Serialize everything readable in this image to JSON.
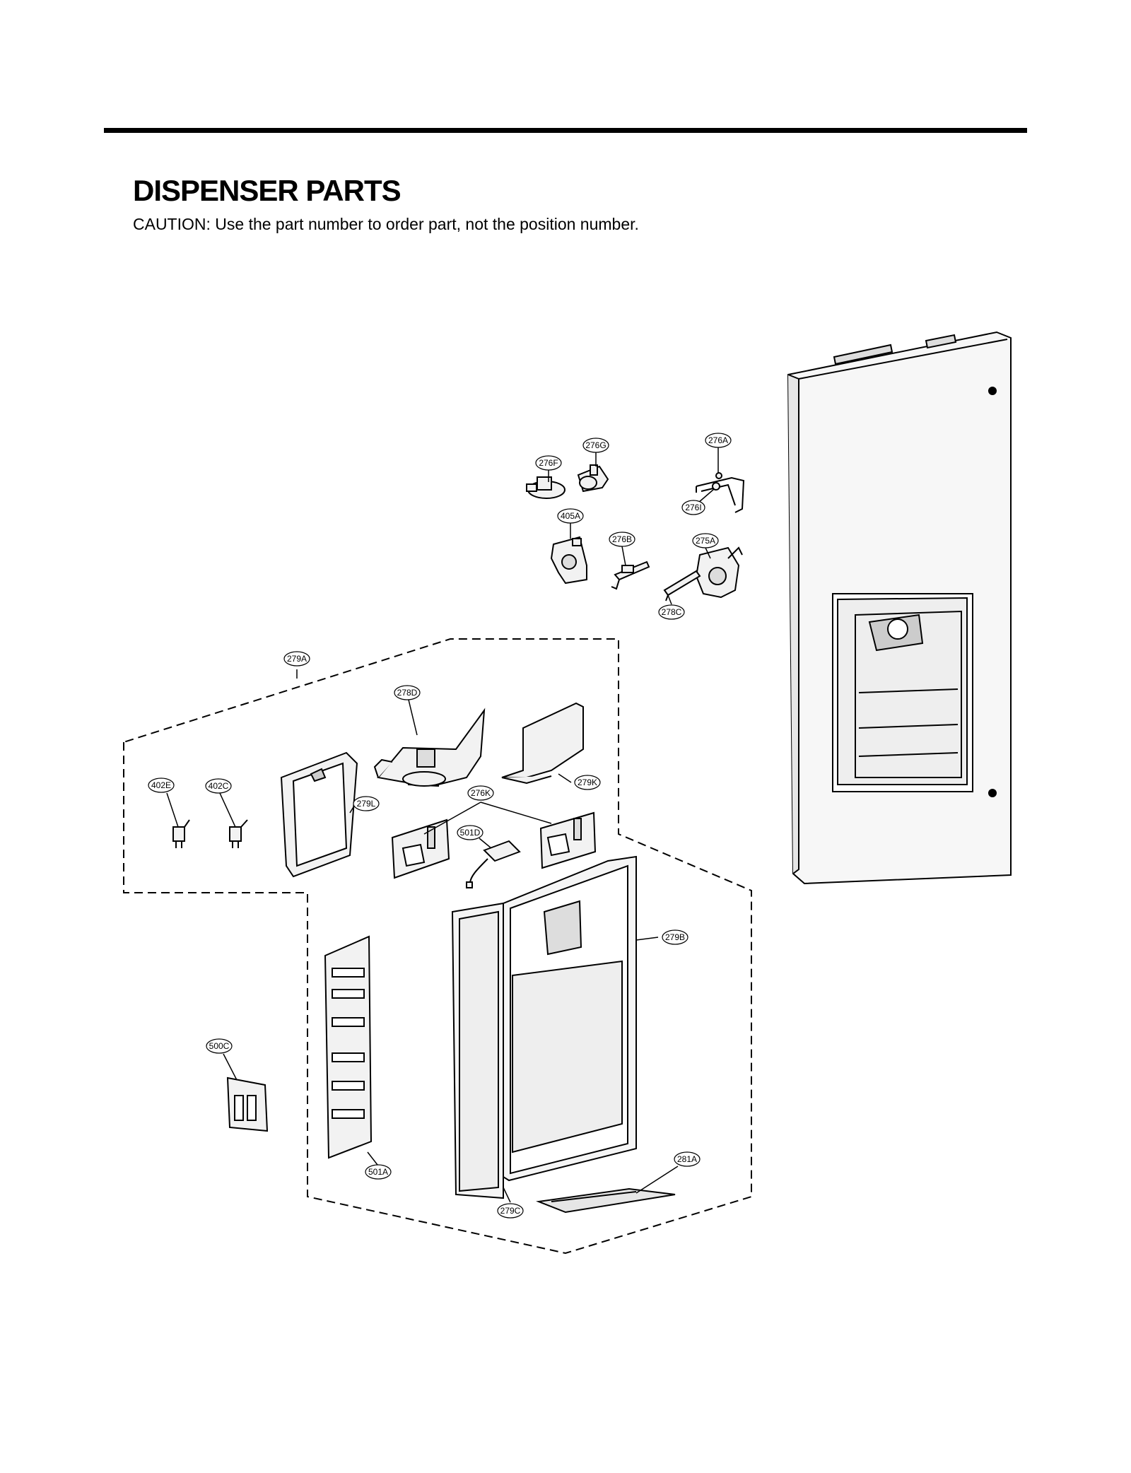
{
  "page": {
    "title": "DISPENSER PARTS",
    "caution": "CAUTION: Use the part number to order part, not the position number."
  },
  "labels": {
    "l276G": "276G",
    "l276F": "276F",
    "l276A": "276A",
    "l276I": "276I",
    "l405A": "405A",
    "l276B": "276B",
    "l275A": "275A",
    "l278C": "278C",
    "l279A": "279A",
    "l278D": "278D",
    "l402E": "402E",
    "l402C": "402C",
    "l279L": "279L",
    "l276K": "276K",
    "l279K": "279K",
    "l501D": "501D",
    "l279B": "279B",
    "l500C": "500C",
    "l501A": "501A",
    "l281A": "281A",
    "l279C": "279C"
  },
  "colors": {
    "line": "#000000",
    "part_fill": "#f2f2f2",
    "shade": "#cccccc"
  }
}
